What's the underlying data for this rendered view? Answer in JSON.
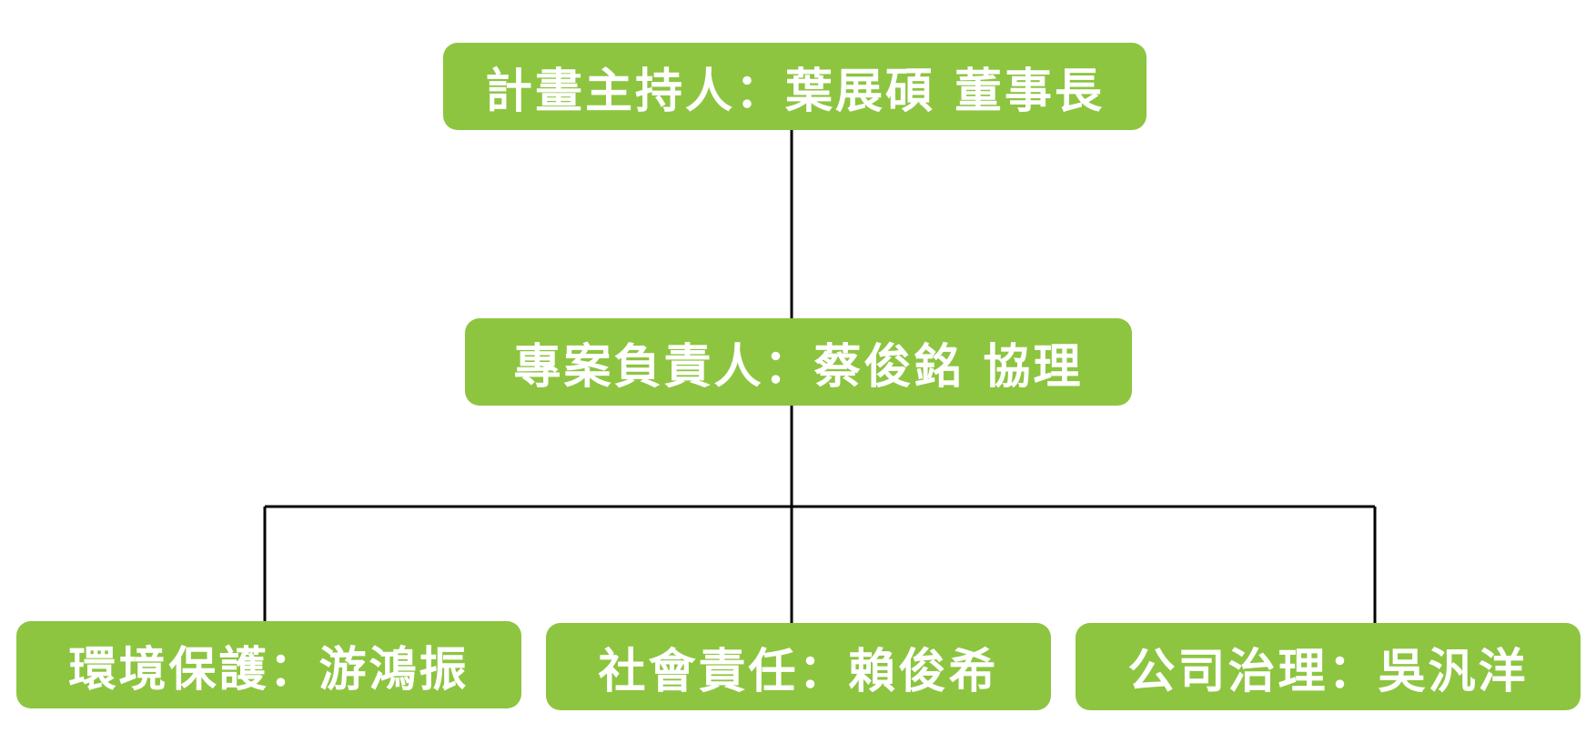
{
  "colors": {
    "node_fill": "#8dc540",
    "node_text": "#ffffff",
    "connector": "#000000"
  },
  "nodes": {
    "director": {
      "label": "計畫主持人：葉展碩 董事長"
    },
    "manager": {
      "label": "專案負責人：蔡俊銘 協理"
    },
    "environment": {
      "label": "環境保護：游鴻振"
    },
    "social": {
      "label": "社會責任：賴俊希"
    },
    "governance": {
      "label": "公司治理：吳汎洋"
    }
  }
}
